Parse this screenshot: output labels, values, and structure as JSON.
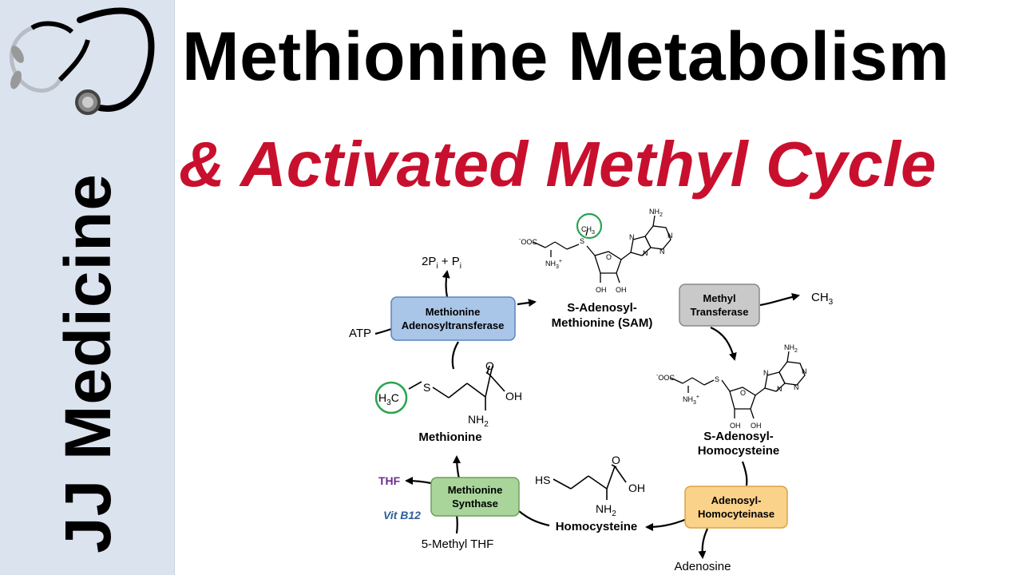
{
  "brand": {
    "name": "JJ Medicine"
  },
  "title": {
    "main": "Methionine Metabolism",
    "sub": "& Activated Methyl Cycle"
  },
  "colors": {
    "sidebar": "#dbe3ef",
    "accent_red": "#c8102e",
    "circle_green": "#2aa44f",
    "thf_purple": "#6b2c91",
    "vitb12_blue": "#2f5f9a"
  },
  "icons": {
    "logo": "stethoscope-icon"
  },
  "enzymes": {
    "mat": [
      "Methionine",
      "Adenosyltransferase"
    ],
    "mt": [
      "Methyl",
      "Transferase"
    ],
    "sahh": [
      "Adenosyl-",
      "Homocyteinase"
    ],
    "ms": [
      "Methionine",
      "Synthase"
    ]
  },
  "metabolites": {
    "sam": [
      "S-Adenosyl-",
      "Methionine (SAM)"
    ],
    "sah": [
      "S-Adenosyl-",
      "Homocysteine"
    ],
    "hcy": "Homocysteine",
    "met": "Methionine"
  },
  "cofactors": {
    "atp": "ATP",
    "pi_a": "2P",
    "pi_sub1": "i",
    "pi_b": " + P",
    "pi_sub2": "i",
    "ch3": "CH",
    "ch3_sub": "3",
    "adenosine": "Adenosine",
    "thf": "THF",
    "vitb12": "Vit B12",
    "mthf": "5-Methyl THF"
  },
  "structure_labels": {
    "nh2": "NH",
    "sub2": "2",
    "oh": "OH",
    "o": "O",
    "n": "N",
    "s": "S",
    "hs": "HS",
    "ooc": "OOC",
    "minus": "-",
    "nh3": "NH",
    "sub3": "3",
    "plus": "+",
    "ch3": "CH",
    "h3c_h": "H",
    "h3c_c": "C"
  }
}
